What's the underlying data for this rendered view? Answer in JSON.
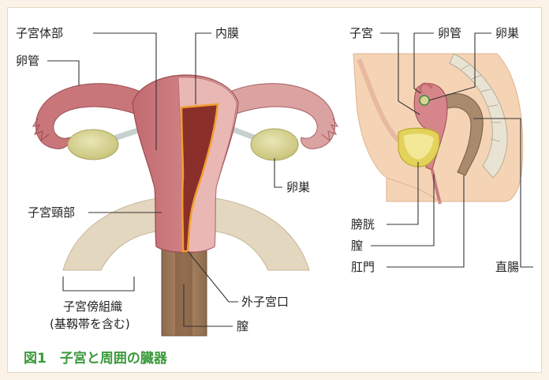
{
  "figure": {
    "caption": "図1　子宮と周囲の臓器",
    "colors": {
      "uterus": "#c9767a",
      "ovary": "#d8d492",
      "endometrium": "#8a2f2a",
      "accent": "#3c9a3c"
    }
  },
  "front_view": {
    "labels": {
      "uterine_body": "子宮体部",
      "tube": "卵管",
      "endometrium": "内膜",
      "ovary": "卵巣",
      "cervix": "子宮頸部",
      "parametrium": "子宮傍組織",
      "parametrium_sub": "(基靱帯を含む)",
      "external_os": "外子宮口",
      "vagina": "膣"
    }
  },
  "side_view": {
    "labels": {
      "uterus": "子宮",
      "tube": "卵管",
      "ovary": "卵巣",
      "bladder": "膀胱",
      "vagina": "膣",
      "anus": "肛門",
      "rectum": "直腸"
    }
  }
}
